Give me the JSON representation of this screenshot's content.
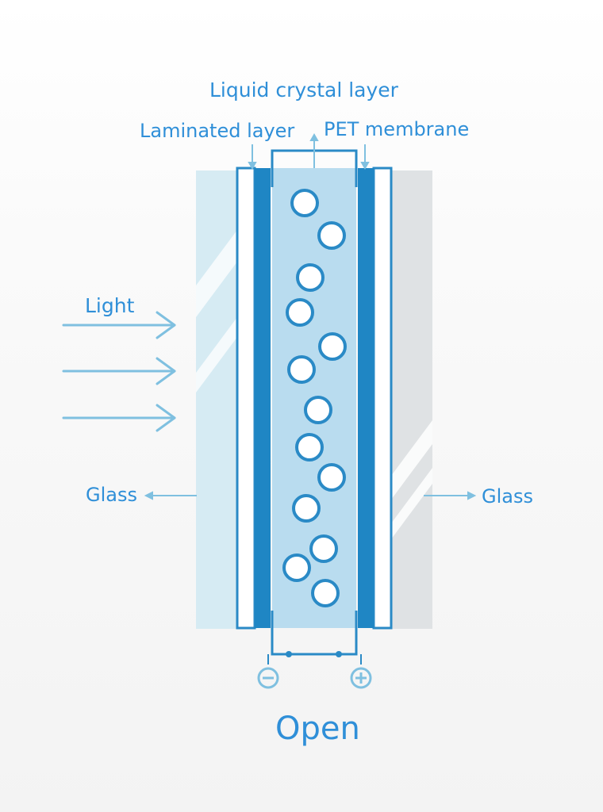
{
  "labels": {
    "liquid_crystal": "Liquid crystal layer",
    "laminated": "Laminated layer",
    "pet": "PET membrane",
    "light": "Light",
    "glass_left": "Glass",
    "glass_right": "Glass",
    "state": "Open"
  },
  "terminals": {
    "negative": "negative-terminal-icon",
    "positive": "positive-terminal-icon"
  },
  "colors": {
    "text": "#2f8fd8",
    "frame": "#2a8ac6",
    "liquid": "#b9dcef",
    "glass_left": "#d6ebf3",
    "glass_right": "#dfe2e4",
    "arrow": "#7fc0e0"
  }
}
